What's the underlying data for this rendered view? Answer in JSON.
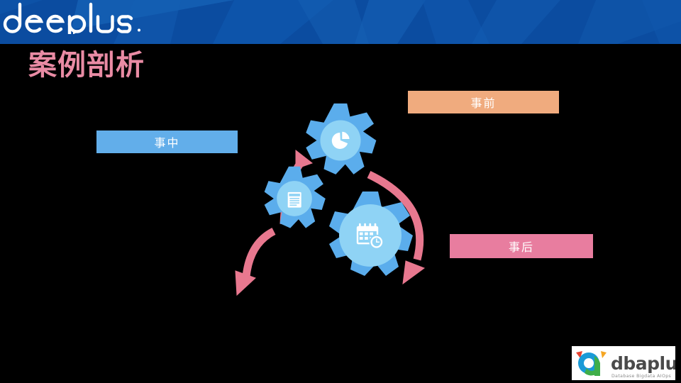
{
  "slide": {
    "title": "案例剖析",
    "background_color": "#000000"
  },
  "header": {
    "background_color": "#0b4ca0",
    "accent_color": "#1560b4",
    "brand": {
      "name": "deeplus",
      "color": "#ffffff"
    }
  },
  "diagram": {
    "type": "three-gear-cycle",
    "gears": [
      {
        "id": "gear-before",
        "icon": "pie-chart-icon",
        "body_color": "#5badec",
        "hub_color": "#8fd3f5",
        "size": "medium"
      },
      {
        "id": "gear-during",
        "icon": "document-icon",
        "body_color": "#5badec",
        "hub_color": "#8fd3f5",
        "size": "small"
      },
      {
        "id": "gear-after",
        "icon": "calendar-clock-icon",
        "body_color": "#5badec",
        "hub_color": "#8fd3f5",
        "size": "large"
      }
    ],
    "arrows": [
      {
        "id": "arrow-up-right",
        "color": "#e8788f",
        "direction": "up"
      },
      {
        "id": "arrow-down-left",
        "color": "#e8788f",
        "direction": "down-left"
      },
      {
        "id": "arrow-right-arc",
        "color": "#e8788f",
        "direction": "clockwise-down"
      }
    ]
  },
  "labels": {
    "before": {
      "text": "事前",
      "color": "#f0ab7e"
    },
    "during": {
      "text": "事中",
      "color": "#62aeea"
    },
    "after": {
      "text": "事后",
      "color": "#e87d9f"
    }
  },
  "footer": {
    "brand": "dbaplus",
    "tagline": "Database  Bigdata  AIOps",
    "mark_colors": [
      "#1a9ad7",
      "#3fae49",
      "#e8412f",
      "#f5a623"
    ]
  }
}
